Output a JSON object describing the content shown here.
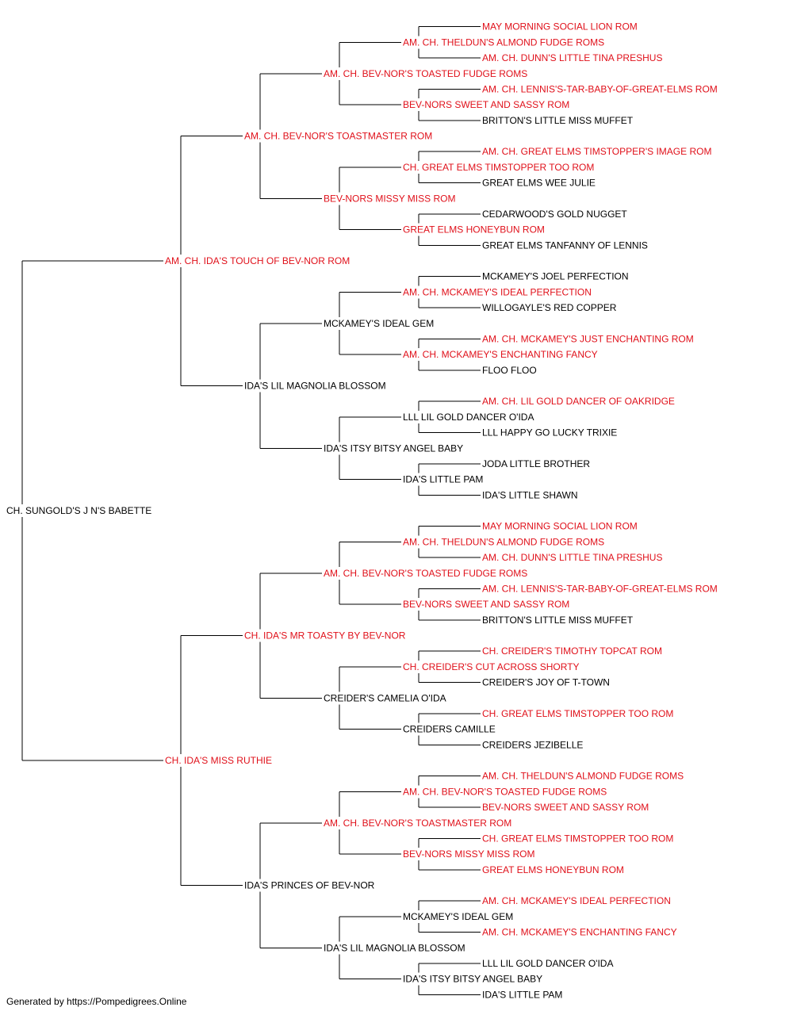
{
  "colors": {
    "champion": "#e0101a",
    "regular": "#000000",
    "line": "#000000"
  },
  "pedigree": {
    "name": "CH. SUNGOLD'S J N'S BABETTE",
    "c": 0,
    "sire": {
      "name": "AM. CH. IDA'S TOUCH OF BEV-NOR ROM",
      "c": 1,
      "sire": {
        "name": "AM. CH. BEV-NOR'S TOASTMASTER ROM",
        "c": 1,
        "sire": {
          "name": "AM. CH. BEV-NOR'S TOASTED FUDGE ROMS",
          "c": 1,
          "sire": {
            "name": "AM. CH. THELDUN'S ALMOND FUDGE ROMS",
            "c": 1,
            "sire": {
              "name": "MAY MORNING SOCIAL LION ROM",
              "c": 1
            },
            "dam": {
              "name": "AM. CH. DUNN'S LITTLE TINA PRESHUS",
              "c": 1
            }
          },
          "dam": {
            "name": "BEV-NORS SWEET AND SASSY ROM",
            "c": 1,
            "sire": {
              "name": "AM. CH. LENNIS'S-TAR-BABY-OF-GREAT-ELMS ROM",
              "c": 1
            },
            "dam": {
              "name": "BRITTON'S LITTLE MISS MUFFET",
              "c": 0
            }
          }
        },
        "dam": {
          "name": "BEV-NORS MISSY MISS ROM",
          "c": 1,
          "sire": {
            "name": "CH. GREAT ELMS TIMSTOPPER TOO ROM",
            "c": 1,
            "sire": {
              "name": "AM. CH. GREAT ELMS TIMSTOPPER'S IMAGE ROM",
              "c": 1
            },
            "dam": {
              "name": "GREAT ELMS WEE JULIE",
              "c": 0
            }
          },
          "dam": {
            "name": "GREAT ELMS HONEYBUN ROM",
            "c": 1,
            "sire": {
              "name": "CEDARWOOD'S GOLD NUGGET",
              "c": 0
            },
            "dam": {
              "name": "GREAT ELMS TANFANNY OF LENNIS",
              "c": 0
            }
          }
        }
      },
      "dam": {
        "name": "IDA'S LIL MAGNOLIA BLOSSOM",
        "c": 0,
        "sire": {
          "name": "MCKAMEY'S IDEAL GEM",
          "c": 0,
          "sire": {
            "name": "AM. CH. MCKAMEY'S IDEAL PERFECTION",
            "c": 1,
            "sire": {
              "name": "MCKAMEY'S JOEL PERFECTION",
              "c": 0
            },
            "dam": {
              "name": "WILLOGAYLE'S RED COPPER",
              "c": 0
            }
          },
          "dam": {
            "name": "AM. CH. MCKAMEY'S ENCHANTING FANCY",
            "c": 1,
            "sire": {
              "name": "AM. CH. MCKAMEY'S JUST ENCHANTING ROM",
              "c": 1
            },
            "dam": {
              "name": "FLOO FLOO",
              "c": 0
            }
          }
        },
        "dam": {
          "name": "IDA'S ITSY BITSY ANGEL BABY",
          "c": 0,
          "sire": {
            "name": "LLL LIL GOLD DANCER O'IDA",
            "c": 0,
            "sire": {
              "name": "AM. CH. LIL GOLD DANCER OF OAKRIDGE",
              "c": 1
            },
            "dam": {
              "name": "LLL HAPPY GO LUCKY TRIXIE",
              "c": 0
            }
          },
          "dam": {
            "name": "IDA'S LITTLE PAM",
            "c": 0,
            "sire": {
              "name": "JODA LITTLE BROTHER",
              "c": 0
            },
            "dam": {
              "name": "IDA'S LITTLE SHAWN",
              "c": 0
            }
          }
        }
      }
    },
    "dam": {
      "name": "CH. IDA'S MISS RUTHIE",
      "c": 1,
      "sire": {
        "name": "CH. IDA'S MR TOASTY BY BEV-NOR",
        "c": 1,
        "sire": {
          "name": "AM. CH. BEV-NOR'S TOASTED FUDGE ROMS",
          "c": 1,
          "sire": {
            "name": "AM. CH. THELDUN'S ALMOND FUDGE ROMS",
            "c": 1,
            "sire": {
              "name": "MAY MORNING SOCIAL LION ROM",
              "c": 1
            },
            "dam": {
              "name": "AM. CH. DUNN'S LITTLE TINA PRESHUS",
              "c": 1
            }
          },
          "dam": {
            "name": "BEV-NORS SWEET AND SASSY ROM",
            "c": 1,
            "sire": {
              "name": "AM. CH. LENNIS'S-TAR-BABY-OF-GREAT-ELMS ROM",
              "c": 1
            },
            "dam": {
              "name": "BRITTON'S LITTLE MISS MUFFET",
              "c": 0
            }
          }
        },
        "dam": {
          "name": "CREIDER'S CAMELIA O'IDA",
          "c": 0,
          "sire": {
            "name": "CH. CREIDER'S CUT ACROSS SHORTY",
            "c": 1,
            "sire": {
              "name": "CH. CREIDER'S TIMOTHY TOPCAT ROM",
              "c": 1
            },
            "dam": {
              "name": "CREIDER'S JOY OF T-TOWN",
              "c": 0
            }
          },
          "dam": {
            "name": "CREIDERS CAMILLE",
            "c": 0,
            "sire": {
              "name": "CH. GREAT ELMS TIMSTOPPER TOO ROM",
              "c": 1
            },
            "dam": {
              "name": "CREIDERS JEZIBELLE",
              "c": 0
            }
          }
        }
      },
      "dam": {
        "name": "IDA'S PRINCES OF BEV-NOR",
        "c": 0,
        "sire": {
          "name": "AM. CH. BEV-NOR'S TOASTMASTER ROM",
          "c": 1,
          "sire": {
            "name": "AM. CH. BEV-NOR'S TOASTED FUDGE ROMS",
            "c": 1,
            "sire": {
              "name": "AM. CH. THELDUN'S ALMOND FUDGE ROMS",
              "c": 1
            },
            "dam": {
              "name": "BEV-NORS SWEET AND SASSY ROM",
              "c": 1
            }
          },
          "dam": {
            "name": "BEV-NORS MISSY MISS ROM",
            "c": 1,
            "sire": {
              "name": "CH. GREAT ELMS TIMSTOPPER TOO ROM",
              "c": 1
            },
            "dam": {
              "name": "GREAT ELMS HONEYBUN ROM",
              "c": 1
            }
          }
        },
        "dam": {
          "name": "IDA'S LIL MAGNOLIA BLOSSOM",
          "c": 0,
          "sire": {
            "name": "MCKAMEY'S IDEAL GEM",
            "c": 0,
            "sire": {
              "name": "AM. CH. MCKAMEY'S IDEAL PERFECTION",
              "c": 1
            },
            "dam": {
              "name": "AM. CH. MCKAMEY'S ENCHANTING FANCY",
              "c": 1
            }
          },
          "dam": {
            "name": "IDA'S ITSY BITSY ANGEL BABY",
            "c": 0,
            "sire": {
              "name": "LLL LIL GOLD DANCER O'IDA",
              "c": 0
            },
            "dam": {
              "name": "IDA'S LITTLE PAM",
              "c": 0
            }
          }
        }
      }
    }
  },
  "footer": "Generated by https://Pompedigrees.Online"
}
